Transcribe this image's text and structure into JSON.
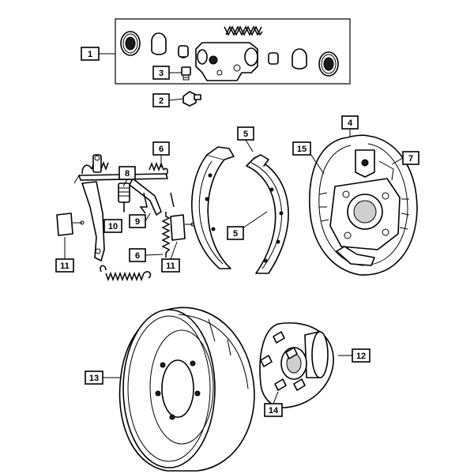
{
  "callouts": {
    "c1": "1",
    "c2": "2",
    "c3": "3",
    "c4": "4",
    "c5a": "5",
    "c5b": "5",
    "c6a": "6",
    "c6b": "6",
    "c7": "7",
    "c8": "8",
    "c9": "9",
    "c10": "10",
    "c11a": "11",
    "c11b": "11",
    "c12": "12",
    "c13": "13",
    "c14": "14",
    "c15": "15"
  }
}
